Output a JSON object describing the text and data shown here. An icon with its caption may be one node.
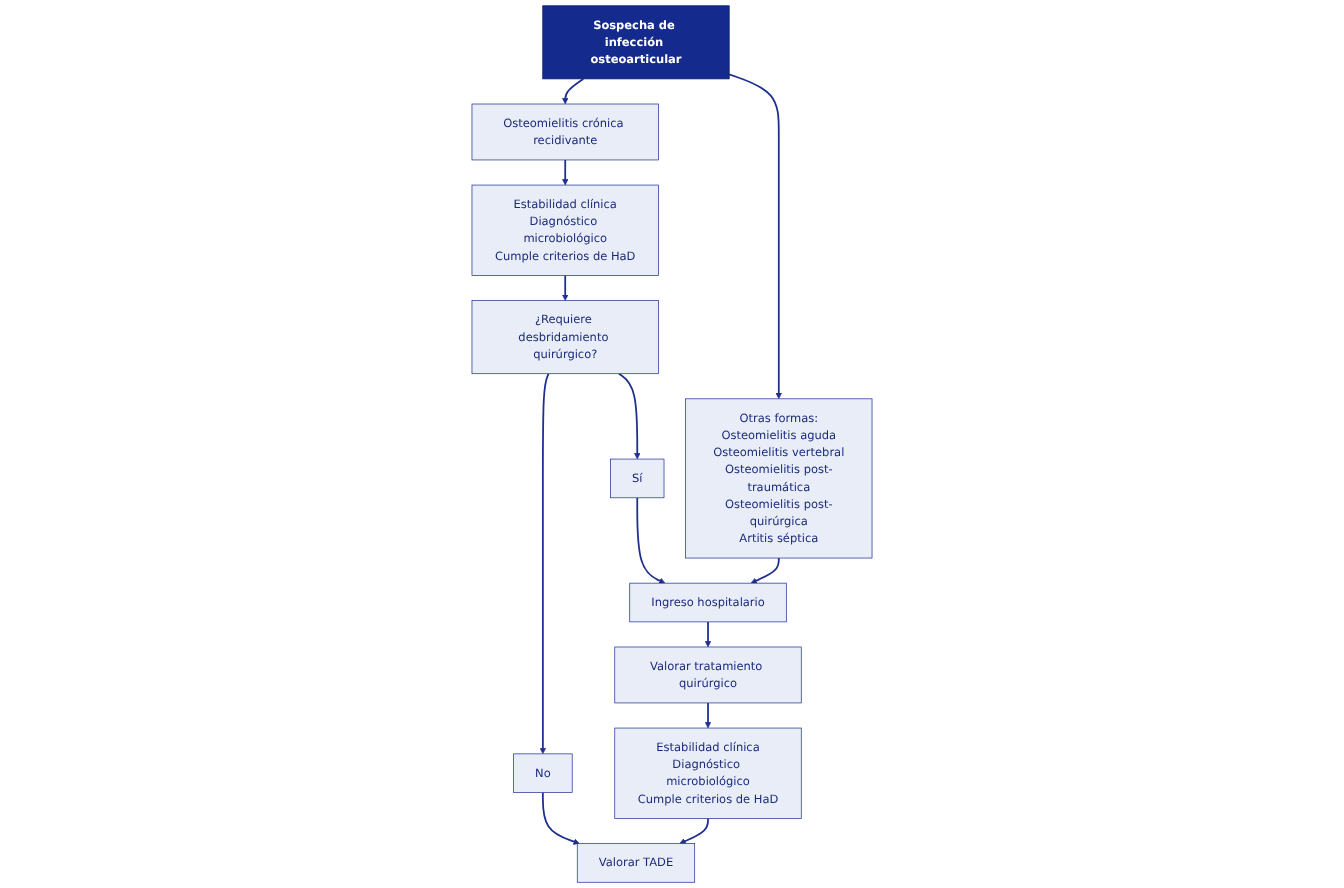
{
  "diagram": {
    "nodes": [
      {
        "text": [
          "Sospecha de infección osteoarticular"
        ]
      },
      {
        "text": [
          "Osteomielitis crónica recidivante"
        ]
      },
      {
        "text": [
          "Otras formas:",
          "Osteomielitis aguda",
          "Osteomielitis vertebral",
          "Osteomielitis post-traumática",
          "Osteomielitis post-quirúrgica",
          "Artitis séptica"
        ]
      },
      {
        "text": [
          "Estabilidad clínica",
          "Diagnóstico microbiológico",
          "Cumple criterios de HaD"
        ]
      },
      {
        "text": [
          "¿Requiere desbridamiento quirúrgico?"
        ]
      },
      {
        "text": [
          "Sí"
        ]
      },
      {
        "text": [
          "Ingreso hospitalario"
        ]
      },
      {
        "text": [
          "Valorar tratamiento quirúrgico"
        ]
      },
      {
        "text": [
          "No"
        ]
      },
      {
        "text": [
          "Valorar TADE"
        ]
      },
      {
        "text": [
          "Estabilidad clínica",
          "Diagnóstico microbiológico",
          "Cumple criterios de HaD"
        ]
      }
    ],
    "edges": [
      {
        "from": 0,
        "to": 1,
        "arrow": "to"
      },
      {
        "from": 0,
        "to": 2,
        "arrow": "to"
      },
      {
        "from": 1,
        "to": 3,
        "arrow": "to"
      },
      {
        "from": 3,
        "to": 4,
        "arrow": "to"
      },
      {
        "from": 4,
        "to": 5,
        "arrow": "to"
      },
      {
        "from": 5,
        "to": 6,
        "arrow": "to"
      },
      {
        "from": 2,
        "to": 6,
        "arrow": "to"
      },
      {
        "from": 6,
        "to": 7,
        "arrow": "to"
      },
      {
        "from": 7,
        "to": 10,
        "arrow": "to"
      },
      {
        "from": 4,
        "to": 8,
        "arrow": "to"
      },
      {
        "from": 8,
        "to": 9,
        "arrow": "to"
      },
      {
        "from": 10,
        "to": 9,
        "arrow": "to"
      }
    ]
  }
}
